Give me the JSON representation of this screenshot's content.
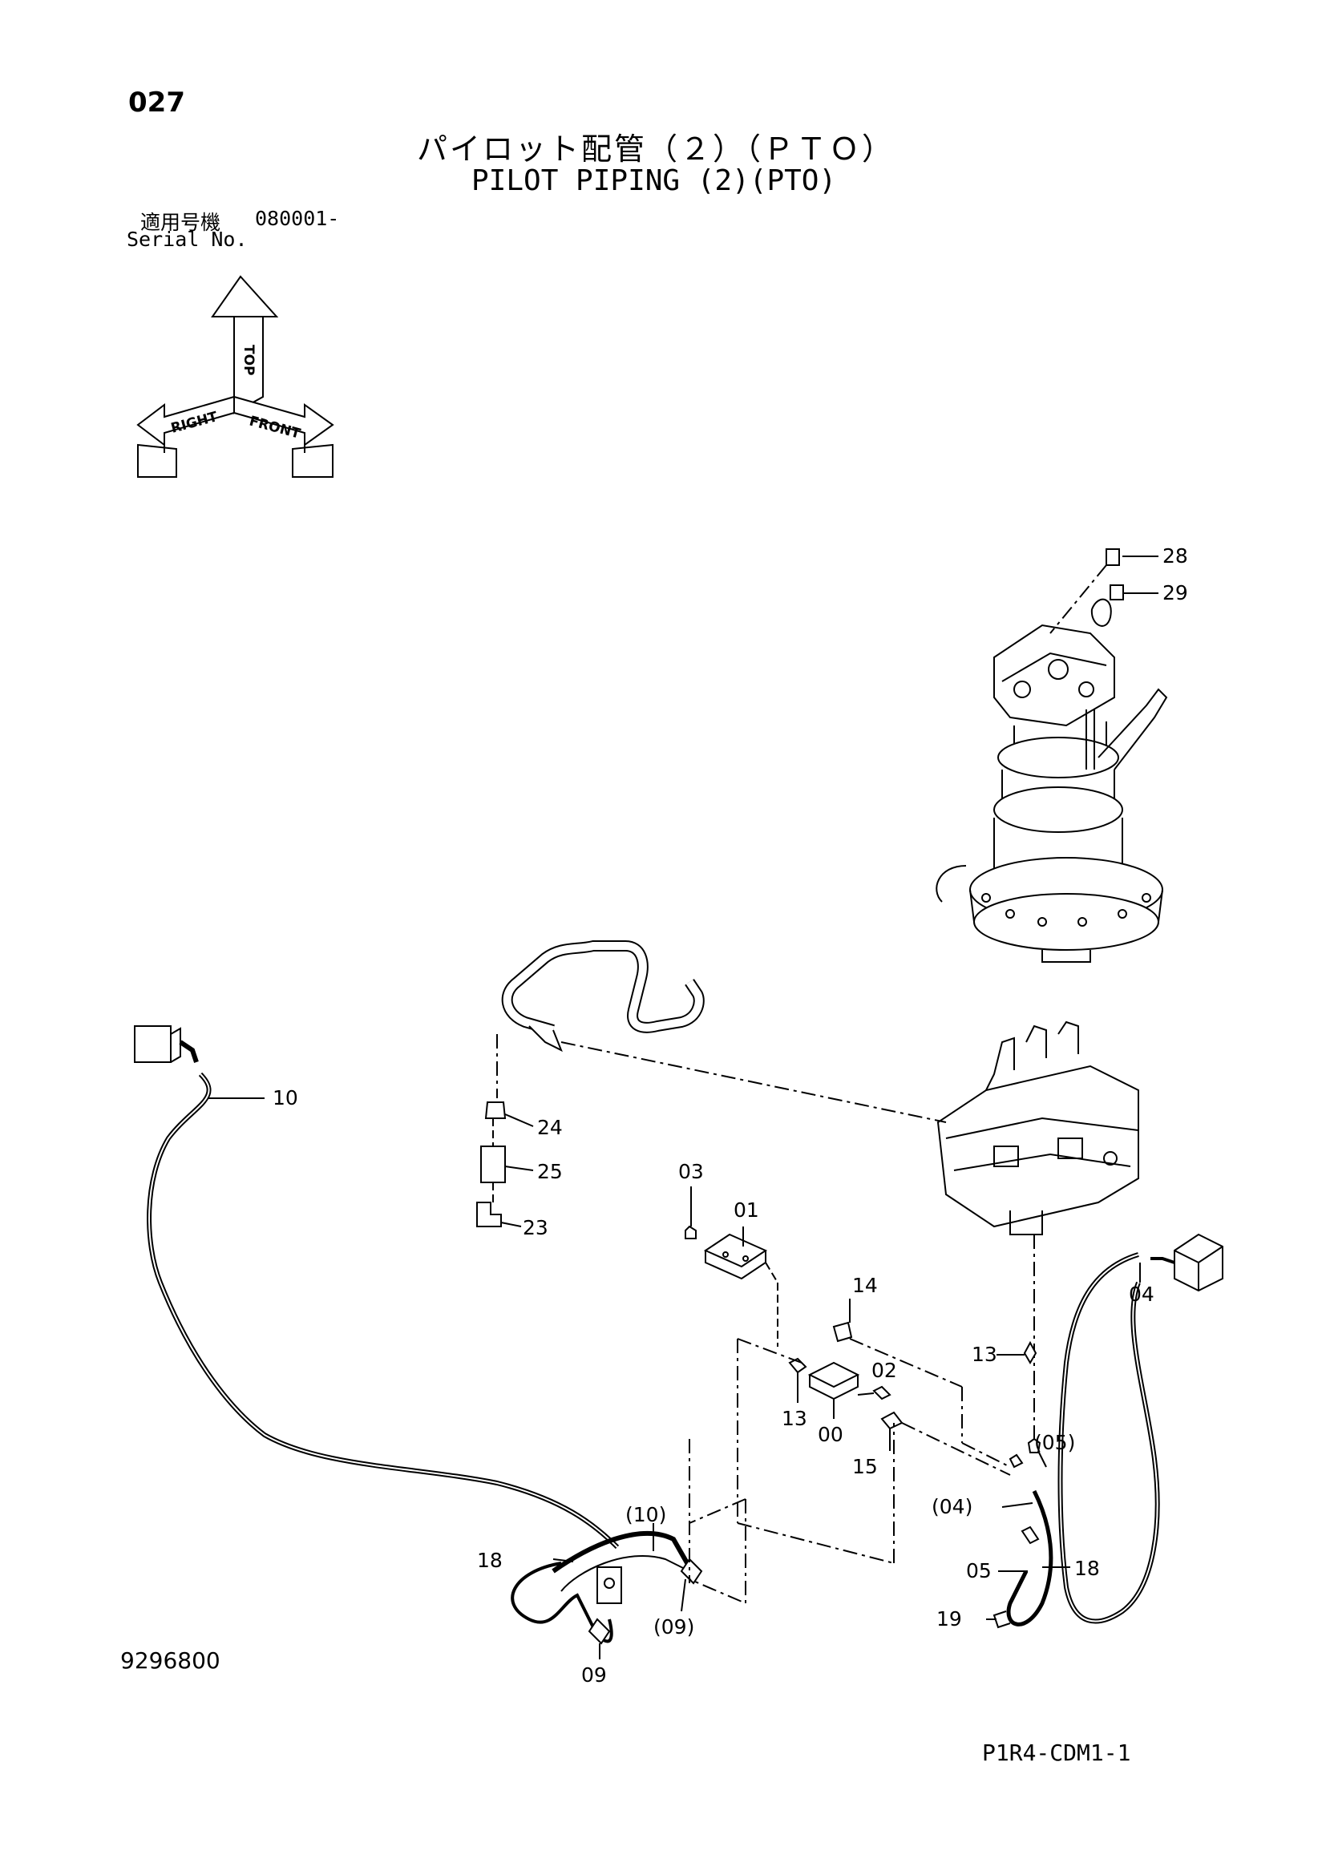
{
  "page_number": "027",
  "title_jp": "パイロット配管（２）（ＰＴＯ）",
  "title_en": "PILOT PIPING (2)(PTO)",
  "serial": {
    "label_jp": "適用号機",
    "value": "080001-",
    "label_en": "Serial No."
  },
  "orientation": {
    "top": "TOP",
    "right": "RIGHT",
    "front": "FRONT"
  },
  "callouts": {
    "c28": "28",
    "c29": "29",
    "c10": "10",
    "c24": "24",
    "c25": "25",
    "c23": "23",
    "c03": "03",
    "c01": "01",
    "c14": "14",
    "c02": "02",
    "c13a": "13",
    "c00": "00",
    "c15": "15",
    "c13b": "13",
    "c04": "04",
    "c05p": "(05)",
    "c04p": "(04)",
    "c05": "05",
    "c18a": "18",
    "c18b": "18",
    "c19": "19",
    "c10p": "(10)",
    "c09p": "(09)",
    "c09": "09"
  },
  "doc_number": "9296800",
  "sheet_code": "P1R4-CDM1-1"
}
